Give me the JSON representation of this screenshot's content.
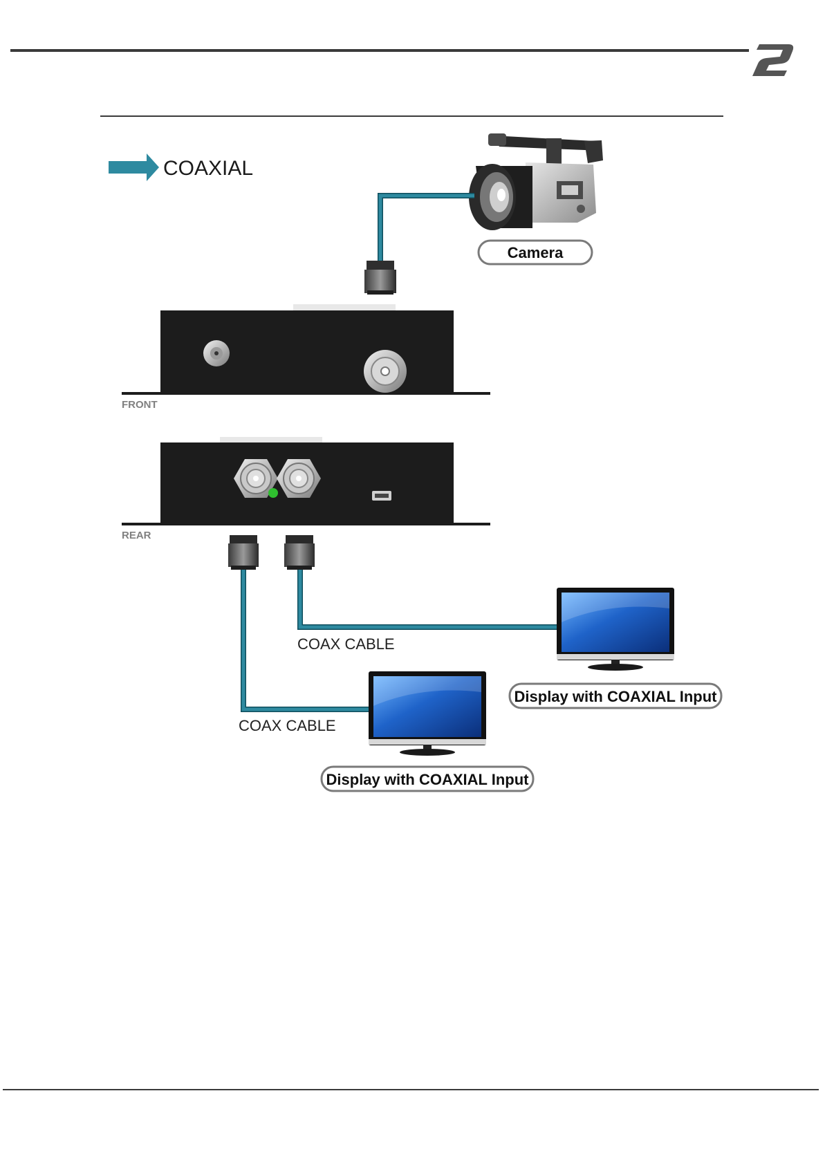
{
  "legend": {
    "label": "COAXIAL"
  },
  "panels": {
    "front_label": "FRONT",
    "rear_label": "REAR"
  },
  "labels": {
    "camera": "Camera",
    "coax_cable_upper": "COAX CABLE",
    "coax_cable_lower": "COAX CABLE",
    "display_upper": "Display with COAXIAL Input",
    "display_lower": "Display with COAXIAL Input"
  },
  "colors": {
    "cable": "#2e8aa0",
    "device_body": "#1c1c1c",
    "led": "#2fbf2f",
    "rule": "#3a3a3a",
    "logo": "#555555"
  }
}
